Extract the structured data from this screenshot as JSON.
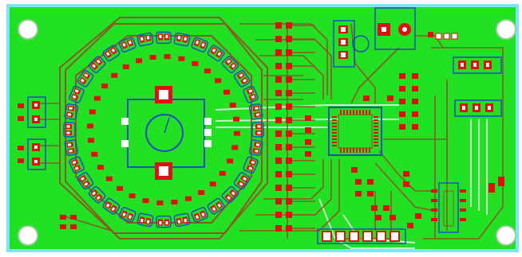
{
  "board": {
    "colors": {
      "page_bg": "#ffffff",
      "frame_cyan": "#7fe5ff",
      "board_green": "#22e022",
      "copper_trace": "#8a5a24",
      "pad_red": "#e01010",
      "pad_white": "#ffffff",
      "silkscreen_blue": "#1f4fbf",
      "through_trace": "#c8f0c8"
    },
    "mounting_holes": 4,
    "led_ring_count": 32,
    "regions": [
      "led-ring",
      "center-switch",
      "left-connectors",
      "resistor-column",
      "microcontroller",
      "top-header",
      "right-headers",
      "bottom-header",
      "right-ic"
    ]
  }
}
